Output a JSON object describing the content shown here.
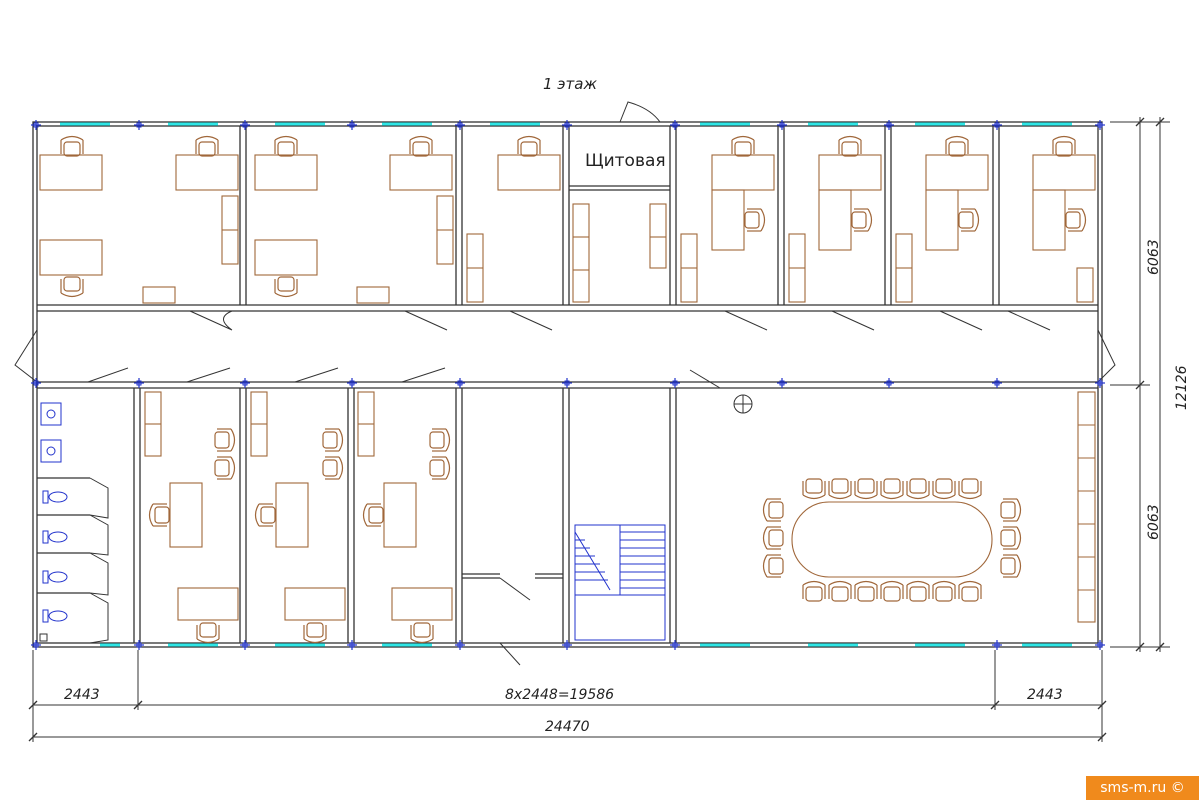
{
  "floor_label": "1 этаж",
  "rooms": {
    "switchboard": "Щитовая"
  },
  "dimensions": {
    "bottom_left": "2443",
    "bottom_middle": "8x2448=19586",
    "bottom_right": "2443",
    "total_width": "24470",
    "right_top": "6063",
    "right_bottom": "6063",
    "right_total": "12126"
  },
  "watermark": "sms-m.ru ©",
  "colors": {
    "wall": "#333333",
    "furniture": "#a0673a",
    "window": "#2ee6e6",
    "fixture": "#2233cc"
  }
}
